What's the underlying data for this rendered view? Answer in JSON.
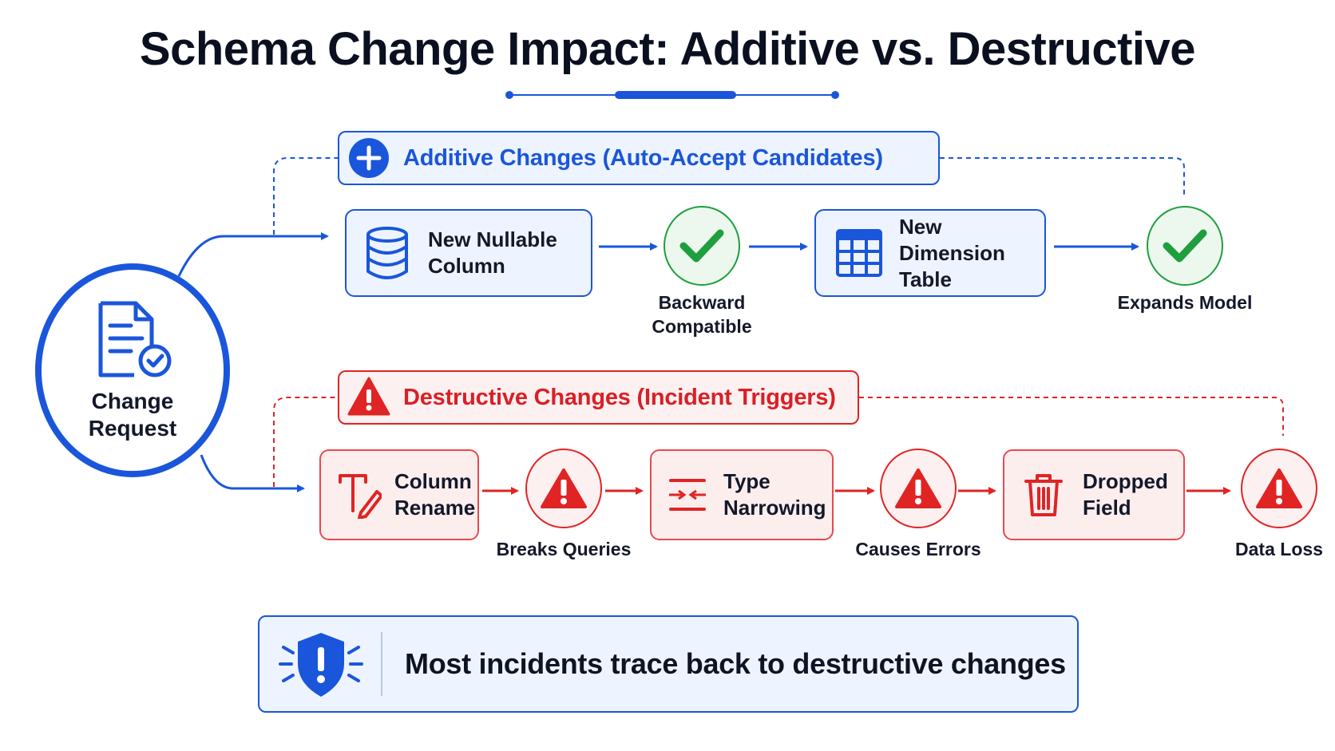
{
  "title": "Schema Change Impact: Additive vs. Destructive",
  "change_request": {
    "label": "Change Request",
    "icon": "document-check-icon"
  },
  "additive": {
    "header": "Additive Changes (Auto-Accept Candidates)",
    "header_icon": "plus-circle-icon",
    "accent_color": "#1a56db",
    "nodes": [
      {
        "label": "New Nullable Column",
        "icon": "database-icon"
      },
      {
        "label": "New Dimension Table",
        "icon": "table-grid-icon"
      }
    ],
    "outcomes": [
      {
        "label": "Backward Compatible",
        "icon": "checkmark-icon"
      },
      {
        "label": "Expands Model",
        "icon": "checkmark-icon"
      }
    ]
  },
  "destructive": {
    "header": "Destructive Changes (Incident Triggers)",
    "header_icon": "warning-triangle-icon",
    "accent_color": "#e02424",
    "nodes": [
      {
        "label": "Column Rename",
        "icon": "text-edit-icon"
      },
      {
        "label": "Type Narrowing",
        "icon": "narrow-arrows-icon"
      },
      {
        "label": "Dropped Field",
        "icon": "trash-icon"
      }
    ],
    "outcomes": [
      {
        "label": "Breaks Queries",
        "icon": "warning-triangle-icon"
      },
      {
        "label": "Causes Errors",
        "icon": "warning-triangle-icon"
      },
      {
        "label": "Data Loss",
        "icon": "warning-triangle-icon"
      }
    ]
  },
  "footer": {
    "text": "Most incidents trace back to destructive changes",
    "icon": "shield-alert-icon"
  }
}
